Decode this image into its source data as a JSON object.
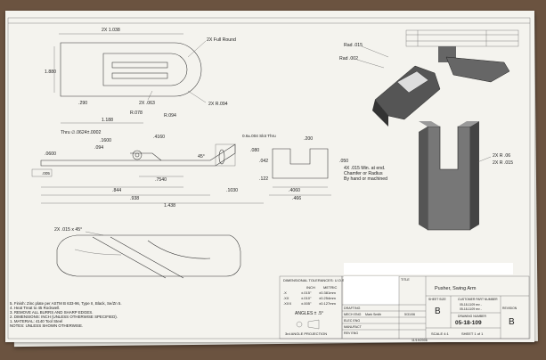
{
  "top_view": {
    "width": "2X 1.038",
    "height": "1.880",
    "slot": "2X .063",
    "offset": ".290",
    "radius_full": "2X Full Round",
    "radius_094": "2X R.094"
  },
  "side_view": {
    "total_length": "1.438",
    "len_938": ".938",
    "len_844": ".844",
    "len_754": ".7540",
    "len_1188": "1.188",
    "len_1600": ".1600",
    "len_4160": ".4160",
    "hole_callout": "Thru ∅.0624±.0002",
    "r078": "R.078",
    "r094": "R.094",
    "d094": ".094",
    "d0600": ".0600",
    "angle": "45°",
    "d1030": ".1030",
    "slot_callout": "0.6±.004 Slot Thru",
    "d080": ".080",
    "d042": ".042",
    "d122": ".122",
    "flatness": ".005"
  },
  "end_view": {
    "d200": ".200",
    "d050": ".050",
    "d4060": ".4060",
    "d466": ".466"
  },
  "iso_view": {
    "rad015": "Rad .015",
    "rad002": "Rad .002",
    "note_lines": [
      "4X .015 Min. at end.",
      "Chamfer or Radius",
      "By hand or machined"
    ],
    "r060": "2X R .06",
    "r015": "2X R .015"
  },
  "bottom_view": {
    "chamfer": "2X .015 x 45°"
  },
  "notes": [
    "5. Finish: Zinc plate per ASTM B 633-96, Type II, Black, Se/Zn 5.",
    "4. Heat Treat to 45 Rockwell.",
    "3. REMOVE ALL BURRS AND SHARP EDGES.",
    "2. DIMENSIONS: INCH (UNLESS OTHERWISE SPECIFIED).",
    "1. MATERIAL: 4140 Tool Steel",
    "NOTES: UNLESS SHOWN OTHERWISE."
  ],
  "tolerances": {
    "header": "DIMENSIONAL TOLERANCES: U.O.S.",
    "col_inch": "INCH",
    "col_metric": "METRIC",
    "rows": [
      {
        "places": ".X",
        "inch": "±.015\"",
        "metric": "±0.381mm"
      },
      {
        "places": ".XX",
        "inch": "±.010\"",
        "metric": "±0.254mm"
      },
      {
        "places": ".XXX",
        "inch": "±.005\"",
        "metric": "±0.127mm"
      }
    ],
    "angles": "ANGLES ± .5°",
    "projection": "3rd ANGLE PROJECTION"
  },
  "title_block": {
    "title_label": "TITLE",
    "title": "Pusher, Swing Arm",
    "drafting": "DRAFTING",
    "mech_eng": "MECH ENG",
    "mech_eng_name": "Mark Smith",
    "mech_eng_date": "5/31/06",
    "elec_eng": "ELEC ENG",
    "manufact": "MANUFACT",
    "rows_extra": [
      "REV ENG"
    ],
    "sheet_size_label": "SHEET SIZE",
    "sheet_size": "B",
    "customer_label": "CUSTOMER PART NUMBER",
    "customer_parts": [
      "05-18-1109 rev -",
      "05-18-1109 rev -"
    ],
    "drawing_number_label": "DRAWING NUMBER",
    "drawing_number": "05-18-109",
    "revision_label": "REVISION",
    "revision": "B",
    "scale": "SCALE 4:1",
    "sheet": "SHEET 1 of 1",
    "date": "11/19/2006"
  }
}
